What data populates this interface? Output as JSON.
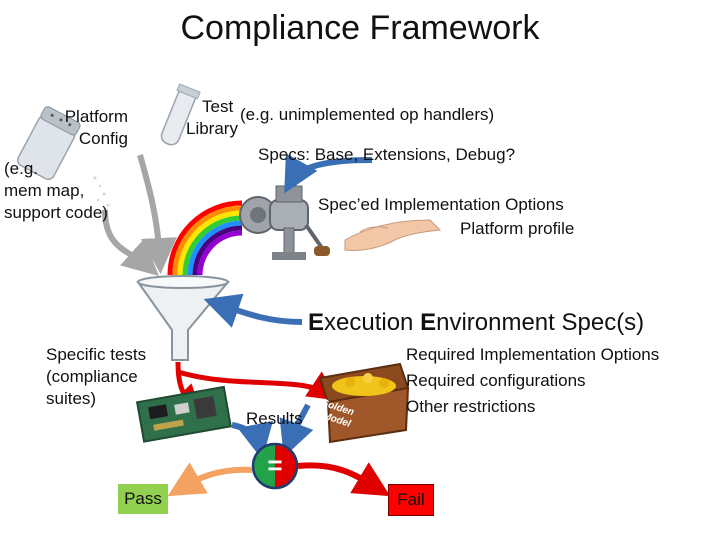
{
  "title": "Compliance Framework",
  "platform_config": {
    "line1": "Platform",
    "line2": "Config",
    "note1": "(e.g.",
    "note2": "mem map,",
    "note3": "support code)"
  },
  "test_library": {
    "line1": "Test",
    "line2": "Library",
    "note": "(e.g. unimplemented op handlers)"
  },
  "specs_label": "Specs: Base, Extensions, Debug?",
  "implementation_options": {
    "line1": "Spec’ed Implementation Options",
    "line2": "Platform profile"
  },
  "execution_environment": {
    "E1": "E",
    "part1": "xecution ",
    "E2": "E",
    "part2": "nvironment Spec(s)"
  },
  "specific_tests": {
    "line1": "Specific tests",
    "line2": "(compliance",
    "line3": "suites)"
  },
  "requirements": {
    "line1": "Required Implementation Options",
    "line2": "Required configurations",
    "line3": "Other restrictions"
  },
  "golden_model": {
    "line1": "Golden",
    "line2": "Model"
  },
  "results_label": "Results",
  "equals_symbol": "=",
  "pass_label": "Pass",
  "fail_label": "Fail",
  "colors": {
    "blue_arrow": "#3a6fb5",
    "red_arrow": "#e00000",
    "gray_arrow": "#a6a6a6",
    "orange_arrow": "#f4a261",
    "pass_box": "#92d050",
    "fail_box": "#ff0000"
  },
  "icons": [
    "salt-shaker-icon",
    "test-tube-icon",
    "rainbow-icon",
    "meat-grinder-icon",
    "hand-icon",
    "funnel-icon",
    "circuit-board-icon",
    "treasure-chest-icon",
    "comparator-icon"
  ]
}
